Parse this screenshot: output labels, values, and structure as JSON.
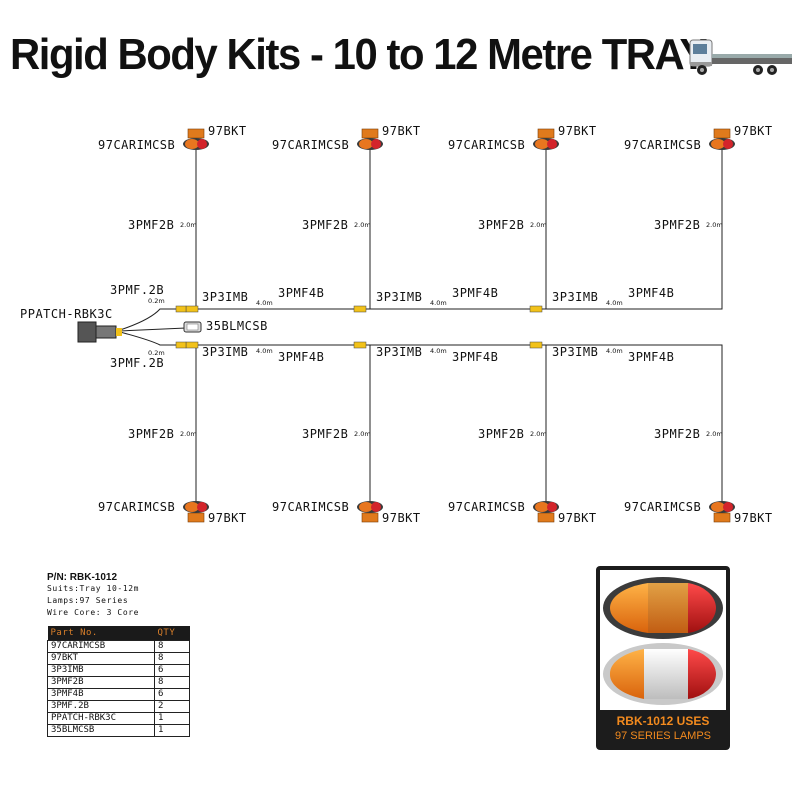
{
  "title": "Rigid Body Kits - 10 to 12 Metre TRAY",
  "labels": {
    "marker": "97CARIMCSB",
    "bracket": "97BKT",
    "lead_2m": "3PMF2B",
    "len_2m": "2.0m",
    "tee": "3P3IMB",
    "lead_4m": "3PMF4B",
    "len_4m": "4.0m",
    "short_lead": "3PMF.2B",
    "len_short": "0.2m",
    "patch": "PPATCH-RBK3C",
    "licence": "35BLMCSB"
  },
  "specs": {
    "part_number": "P/N: RBK-1012",
    "suits": "Suits:Tray 10-12m",
    "lamps": "Lamps:97 Series",
    "wire_core": "Wire Core: 3 Core"
  },
  "parts_table": {
    "headers": [
      "Part No.",
      "QTY"
    ],
    "rows": [
      [
        "97CARIMCSB",
        "8"
      ],
      [
        "97BKT",
        "8"
      ],
      [
        "3P3IMB",
        "6"
      ],
      [
        "3PMF2B",
        "8"
      ],
      [
        "3PMF4B",
        "6"
      ],
      [
        "3PMF.2B",
        "2"
      ],
      [
        "PPATCH-RBK3C",
        "1"
      ],
      [
        "35BLMCSB",
        "1"
      ]
    ]
  },
  "promo": {
    "line1": "RBK-1012 USES",
    "line2": "97 SERIES LAMPS"
  },
  "colors": {
    "amber": "#e8761f",
    "red": "#d3242b",
    "connector": "#f2c21a",
    "promo_text": "#f28a1e",
    "table_header_bg": "#1a1a1a"
  }
}
